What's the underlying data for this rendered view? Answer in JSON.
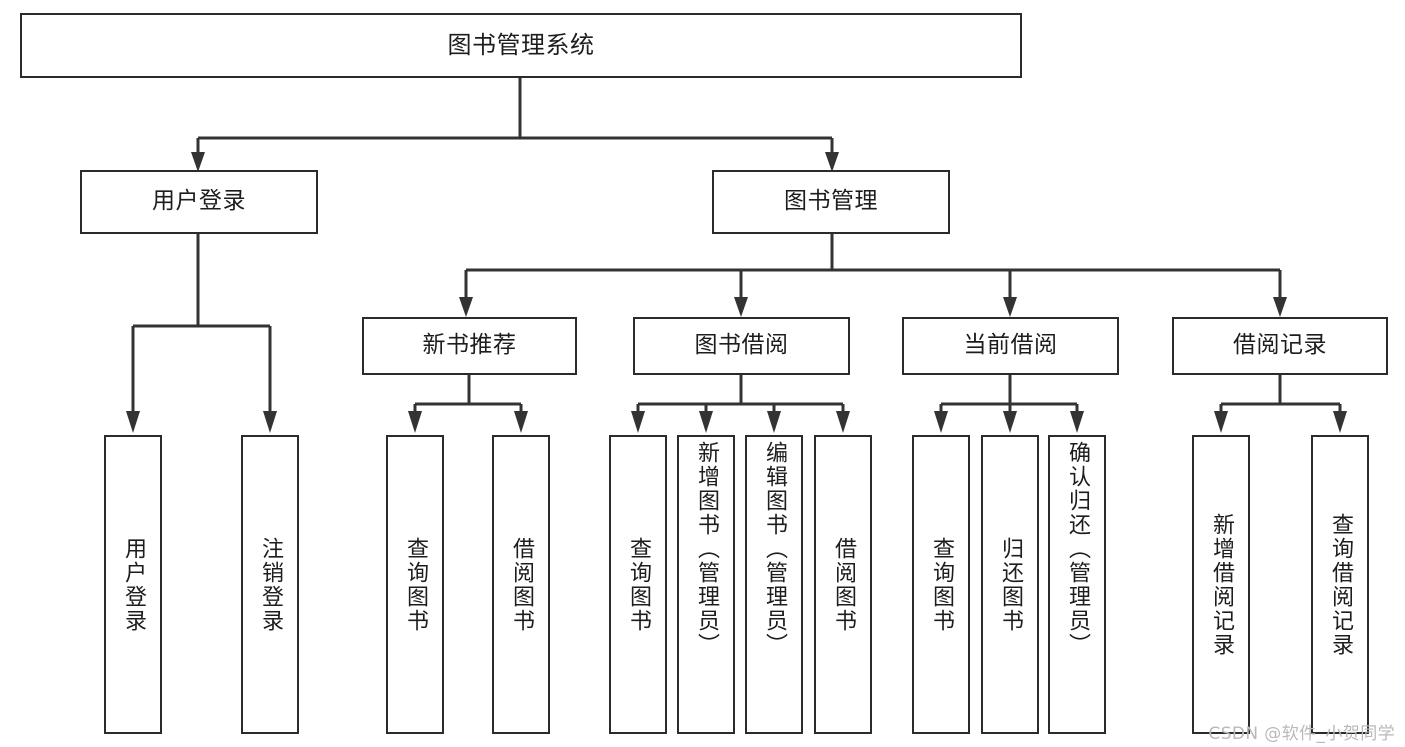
{
  "diagram": {
    "type": "tree-hierarchy",
    "title": "图书管理系统",
    "watermark": "CSDN @软件_小贺同学",
    "colors": {
      "box_border": "#2b2b2b",
      "box_fill": "#ffffff",
      "connector": "#333333",
      "text": "#1d1d1d",
      "watermark": "#b9b9b9",
      "background": "#ffffff"
    },
    "levels": {
      "root": {
        "label": "图书管理系统"
      },
      "level1": [
        {
          "id": "user-login",
          "label": "用户登录"
        },
        {
          "id": "book-management",
          "label": "图书管理"
        }
      ],
      "level2": [
        {
          "id": "new-book-recommend",
          "label": "新书推荐",
          "parent": "book-management"
        },
        {
          "id": "book-borrow",
          "label": "图书借阅",
          "parent": "book-management"
        },
        {
          "id": "current-borrow",
          "label": "当前借阅",
          "parent": "book-management"
        },
        {
          "id": "borrow-record",
          "label": "借阅记录",
          "parent": "book-management"
        }
      ],
      "leaves": [
        {
          "id": "leaf-user-login",
          "label": "用户登录",
          "parent": "user-login"
        },
        {
          "id": "leaf-logout-login",
          "label": "注销登录",
          "parent": "user-login"
        },
        {
          "id": "leaf-query-book-1",
          "label": "查询图书",
          "parent": "new-book-recommend"
        },
        {
          "id": "leaf-borrow-book-1",
          "label": "借阅图书",
          "parent": "new-book-recommend"
        },
        {
          "id": "leaf-query-book-2",
          "label": "查询图书",
          "parent": "book-borrow"
        },
        {
          "id": "leaf-add-book",
          "label": "新增图书（管理员）",
          "parent": "book-borrow"
        },
        {
          "id": "leaf-edit-book",
          "label": "编辑图书（管理员）",
          "parent": "book-borrow"
        },
        {
          "id": "leaf-borrow-book-2",
          "label": "借阅图书",
          "parent": "book-borrow"
        },
        {
          "id": "leaf-query-book-3",
          "label": "查询图书",
          "parent": "current-borrow"
        },
        {
          "id": "leaf-return-book",
          "label": "归还图书",
          "parent": "current-borrow"
        },
        {
          "id": "leaf-confirm-return",
          "label": "确认归还（管理员）",
          "parent": "current-borrow"
        },
        {
          "id": "leaf-add-record",
          "label": "新增借阅记录",
          "parent": "borrow-record"
        },
        {
          "id": "leaf-query-record",
          "label": "查询借阅记录",
          "parent": "borrow-record"
        }
      ]
    }
  }
}
